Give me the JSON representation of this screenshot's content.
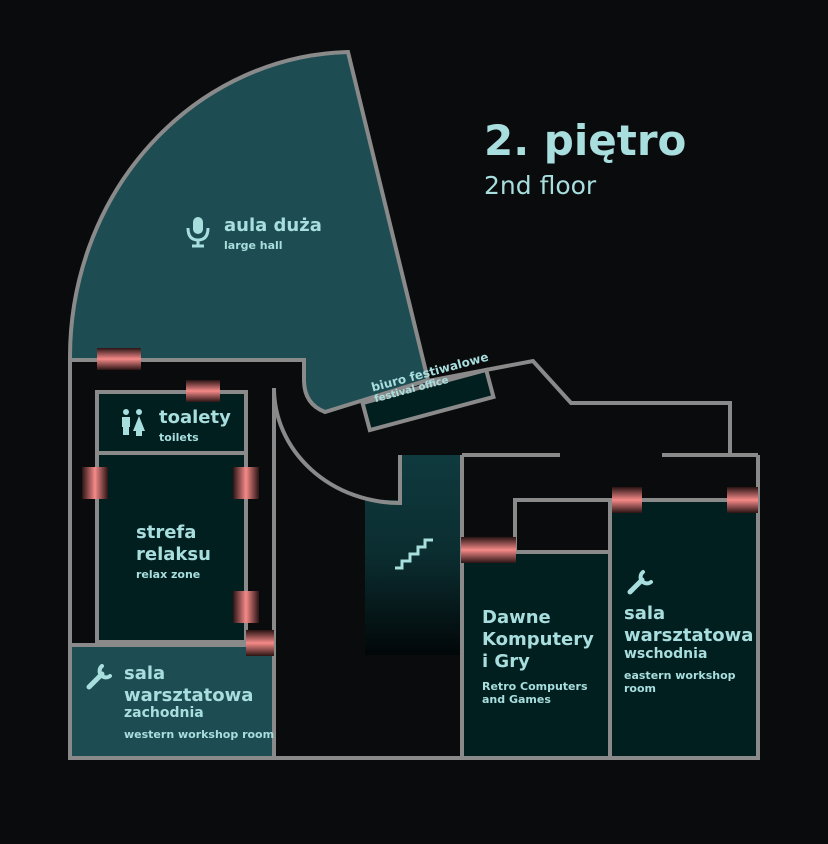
{
  "floor": {
    "title": "2. piętro",
    "subtitle": "2nd floor"
  },
  "colors": {
    "background": "#0a0b0d",
    "hall": "#1d4d52",
    "room": "#021f20",
    "wall": "#8a8a8a",
    "text": "#a8dede",
    "door": "#f58a88"
  },
  "rooms": {
    "large_hall": {
      "name": "aula duża",
      "name_en": "large hall",
      "icon": "microphone-icon"
    },
    "festival_office": {
      "name": "biuro festiwalowe",
      "name_en": "festival office"
    },
    "toilets": {
      "name": "toalety",
      "name_en": "toilets",
      "icon": "toilets-icon"
    },
    "relax_zone": {
      "name_line1": "strefa",
      "name_line2": "relaksu",
      "name_en": "relax zone"
    },
    "west_workshop": {
      "name_line1": "sala",
      "name_line2": "warsztatowa",
      "name_line3": "zachodnia",
      "name_en": "western workshop room",
      "icon": "wrench-icon"
    },
    "stairs": {
      "icon": "stairs-icon"
    },
    "retro": {
      "name_line1": "Dawne",
      "name_line2": "Komputery",
      "name_line3": "i Gry",
      "name_en_line1": "Retro Computers",
      "name_en_line2": "and Games"
    },
    "east_workshop": {
      "name_line1": "sala",
      "name_line2": "warsztatowa",
      "name_line3": "wschodnia",
      "name_en_line1": "eastern workshop",
      "name_en_line2": "room",
      "icon": "wrench-icon"
    }
  }
}
